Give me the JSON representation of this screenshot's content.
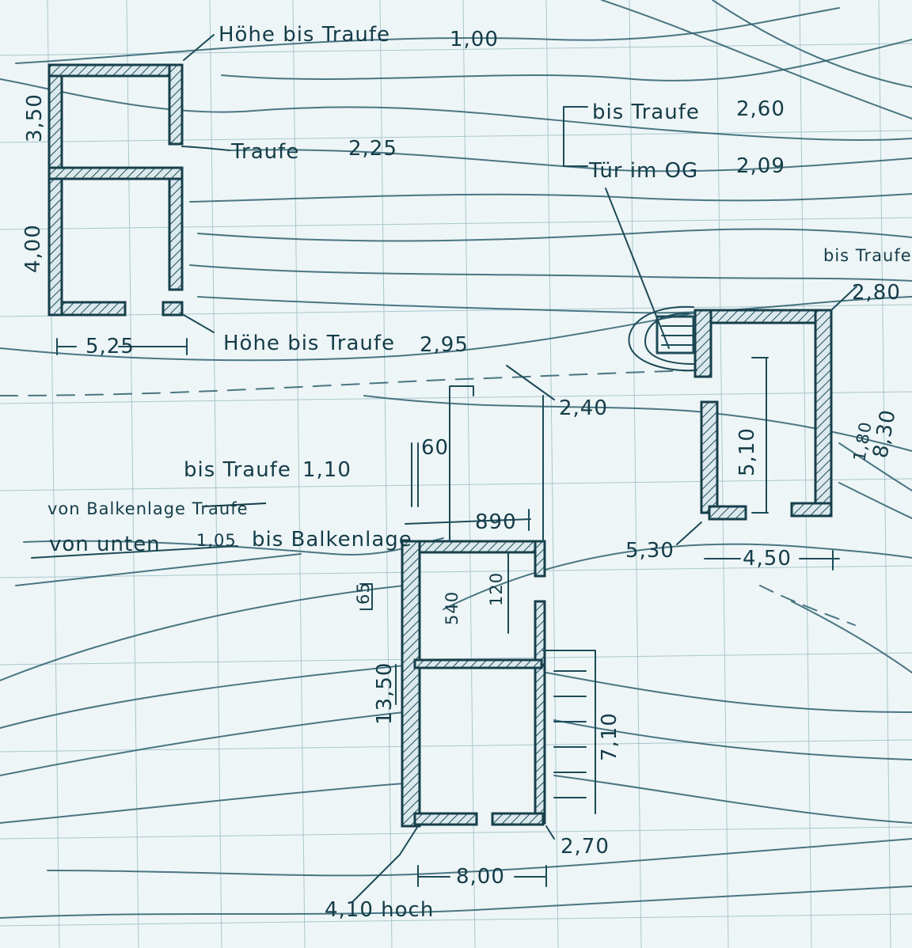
{
  "sketch": {
    "top_left_building": {
      "label_top": "Höhe bis Traufe",
      "value_top": "1,00",
      "label_eaves": "Traufe",
      "value_eaves": "2,25",
      "dim_upper": "3,50",
      "dim_lower": "4,00",
      "dim_width": "5,25",
      "label_bottom": "Höhe bis Traufe",
      "value_bottom": "2,95"
    },
    "right_building": {
      "label_top": "bis Traufe",
      "value_top": "2,60",
      "door_label": "Tür im OG",
      "door_value": "2,09",
      "eaves_label": "bis Traufe",
      "eaves_value": "2,80",
      "dim_diag": "2,40",
      "dim_inner": "5,10",
      "dim_side1": "1,80",
      "dim_side2": "8,30",
      "dim_corner": "5,30",
      "dim_width": "4,50"
    },
    "bottom_building": {
      "label_eaves": "bis Traufe",
      "value_eaves": "1,10",
      "note_struck": "von Balkenlage Traufe",
      "note_from": "von unten",
      "note_from_value": "1,05",
      "note_to": "bis Balkenlage",
      "dim_60": "60",
      "dim_890": "890",
      "dim_65": "65",
      "dim_540": "540",
      "dim_120": "120",
      "dim_side": "13,50",
      "dim_710": "7,10",
      "dim_270": "2,70",
      "dim_width": "8,00",
      "dim_height": "4,10 hoch"
    }
  }
}
